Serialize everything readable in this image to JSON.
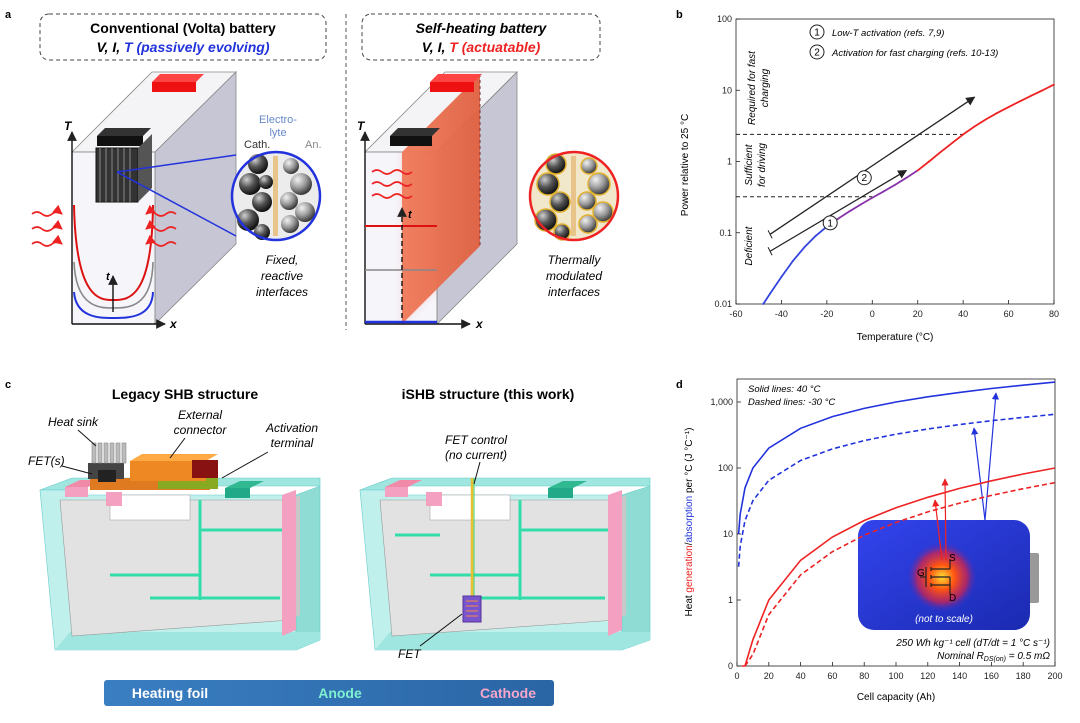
{
  "panels": {
    "a": {
      "letter": "a",
      "left": {
        "title_line1": "Conventional (Volta) battery",
        "title_line2_prefix": "V, I, ",
        "title_line2_colored": "T (passively evolving)",
        "axis_y": "T",
        "axis_x": "x",
        "time_label": "t",
        "label_cathode": "Cath.",
        "label_electrolyte_1": "Electro-",
        "label_electrolyte_2": "lyte",
        "label_anode": "An.",
        "caption_1": "Fixed,",
        "caption_2": "reactive",
        "caption_3": "interfaces"
      },
      "right": {
        "title_line1": "Self-heating battery",
        "title_line2_prefix": "V, I, ",
        "title_line2_colored": "T (actuatable)",
        "axis_y": "T",
        "axis_x": "x",
        "time_label": "t",
        "caption_1": "Thermally",
        "caption_2": "modulated",
        "caption_3": "interfaces"
      }
    },
    "b": {
      "letter": "b",
      "ylabel": "Power relative to 25 °C",
      "xlabel": "Temperature (°C)",
      "legend_1_num": "1",
      "legend_1_text": "Low-T activation (refs. 7,9)",
      "legend_2_num": "2",
      "legend_2_text": "Activation for fast charging (refs. 10-13)",
      "region_required_1": "Required for fast",
      "region_required_2": "charging",
      "region_sufficient_1": "Sufficient",
      "region_sufficient_2": "for driving",
      "region_deficient": "Deficient"
    },
    "c": {
      "letter": "c",
      "title_left": "Legacy SHB structure",
      "title_right": "iSHB structure (this work)",
      "label_heat_sink": "Heat sink",
      "label_fets": "FET(s)",
      "label_external_1": "External",
      "label_external_2": "connector",
      "label_activation_1": "Activation",
      "label_activation_2": "terminal",
      "label_fet_control_1": "FET control",
      "label_fet_control_2": "(no current)",
      "label_fet": "FET",
      "legend_heating_foil": "Heating foil",
      "legend_anode": "Anode",
      "legend_cathode": "Cathode"
    },
    "d": {
      "letter": "d",
      "ylabel_prefix": "Heat ",
      "ylabel_generation": "generation",
      "ylabel_slash": "/",
      "ylabel_absorption": "absorption",
      "ylabel_suffix": " per °C (J °C⁻¹)",
      "xlabel": "Cell capacity (Ah)",
      "note_solid": "Solid lines: 40 °C",
      "note_dashed": "Dashed lines: -30 °C",
      "inset_not_to_scale": "(not to scale)",
      "inset_s": "S",
      "inset_g": "G",
      "inset_d": "D",
      "cell_note": "250 Wh kg⁻¹ cell (dT/dt = 1 °C s⁻¹)",
      "rds_note": "Nominal R",
      "rds_sub": "DS(on)",
      "rds_value": " = 0.5 mΩ"
    }
  },
  "colors": {
    "blue": "#2233dd",
    "red": "#ee2222",
    "purple": "#8833aa",
    "teal": "#8ee8e0",
    "pink": "#f4a0c0",
    "orange": "#ee7711",
    "foil_blue": "#2f6fb0"
  },
  "chart_data": [
    {
      "panel": "b",
      "type": "line",
      "xlabel": "Temperature (°C)",
      "ylabel": "Power relative to 25 °C",
      "xlim": [
        -60,
        80
      ],
      "ylim": [
        0.01,
        100
      ],
      "yscale": "log",
      "x_ticks": [
        -60,
        -40,
        -20,
        0,
        20,
        40,
        60,
        80
      ],
      "y_ticks": [
        0.01,
        0.1,
        1,
        10,
        100
      ],
      "y_tick_labels": [
        "0.01",
        "0.1",
        "1",
        "10",
        "100"
      ],
      "series": [
        {
          "x": [
            -48,
            -45,
            -40,
            -35,
            -30,
            -25,
            -20,
            -15,
            -10,
            -5,
            0,
            5,
            10,
            15,
            20,
            25,
            30,
            35,
            40,
            45,
            50,
            55,
            60,
            65,
            70,
            75,
            80
          ],
          "y": [
            0.01,
            0.014,
            0.024,
            0.04,
            0.062,
            0.09,
            0.122,
            0.158,
            0.2,
            0.25,
            0.31,
            0.38,
            0.47,
            0.59,
            0.75,
            1.0,
            1.35,
            1.8,
            2.4,
            3.1,
            3.9,
            4.8,
            5.8,
            7.0,
            8.4,
            10.0,
            12.0
          ]
        }
      ],
      "thresholds": [
        {
          "y": 2.4,
          "x_end": 40
        },
        {
          "y": 0.32,
          "x_end": 0
        }
      ],
      "arrows": [
        {
          "label": "1",
          "from": [
            -45,
            0.055
          ],
          "to": [
            15,
            0.75
          ]
        },
        {
          "label": "2",
          "from": [
            -45,
            0.095
          ],
          "to": [
            45,
            8.0
          ]
        }
      ]
    },
    {
      "panel": "d",
      "type": "line",
      "xlabel": "Cell capacity (Ah)",
      "xlim": [
        0,
        200
      ],
      "ylim": [
        0,
        2000
      ],
      "yscale": "log",
      "x_ticks": [
        0,
        20,
        40,
        60,
        80,
        100,
        120,
        140,
        160,
        180,
        200
      ],
      "y_ticks": [
        1,
        10,
        100,
        1000
      ],
      "y_tick_labels": [
        "0",
        "1",
        "10",
        "100",
        "1,000"
      ],
      "series": [
        {
          "color": "blue",
          "style": "solid",
          "x": [
            1,
            2,
            5,
            10,
            20,
            40,
            60,
            80,
            100,
            120,
            140,
            160,
            180,
            200
          ],
          "y": [
            10,
            20,
            50,
            100,
            200,
            400,
            600,
            800,
            1000,
            1200,
            1400,
            1600,
            1800,
            2000
          ]
        },
        {
          "color": "blue",
          "style": "dashed",
          "x": [
            1,
            2,
            5,
            10,
            20,
            40,
            60,
            80,
            100,
            120,
            140,
            160,
            180,
            200
          ],
          "y": [
            3.2,
            6.5,
            16,
            32,
            65,
            130,
            195,
            260,
            325,
            390,
            455,
            520,
            585,
            650
          ]
        },
        {
          "color": "red",
          "style": "solid",
          "x": [
            3,
            5,
            10,
            20,
            40,
            60,
            80,
            100,
            120,
            140,
            160,
            180,
            200
          ],
          "y": [
            0.024,
            0.061,
            0.25,
            1.0,
            4.0,
            9.0,
            16,
            25,
            36,
            49,
            64,
            81,
            100
          ]
        },
        {
          "color": "red",
          "style": "dashed",
          "x": [
            5,
            10,
            20,
            40,
            60,
            80,
            100,
            120,
            140,
            160,
            180,
            200
          ],
          "y": [
            0.036,
            0.15,
            0.6,
            2.4,
            5.4,
            9.6,
            15,
            21.6,
            29.4,
            38.4,
            48.6,
            60
          ]
        }
      ]
    }
  ]
}
